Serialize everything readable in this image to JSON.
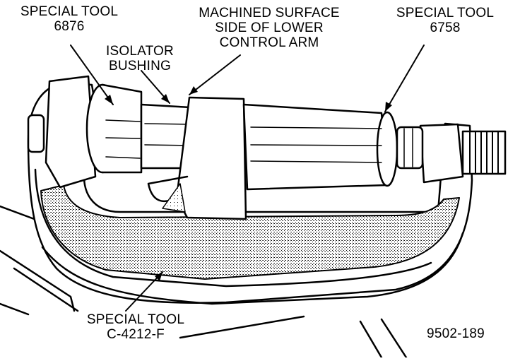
{
  "labels": {
    "tool_6876": {
      "line1": "SPECIAL TOOL",
      "line2": "6876"
    },
    "isolator_bushing": {
      "line1": "ISOLATOR",
      "line2": "BUSHING"
    },
    "machined_surface": {
      "line1": "MACHINED SURFACE",
      "line2": "SIDE OF LOWER",
      "line3": "CONTROL ARM"
    },
    "tool_6758": {
      "line1": "SPECIAL TOOL",
      "line2": "6758"
    },
    "tool_c4212f": {
      "line1": "SPECIAL TOOL",
      "line2": "C-4212-F"
    }
  },
  "figure_number": "9502-189",
  "colors": {
    "ink": "#000000",
    "paper": "#ffffff",
    "stipple": "#555555"
  }
}
